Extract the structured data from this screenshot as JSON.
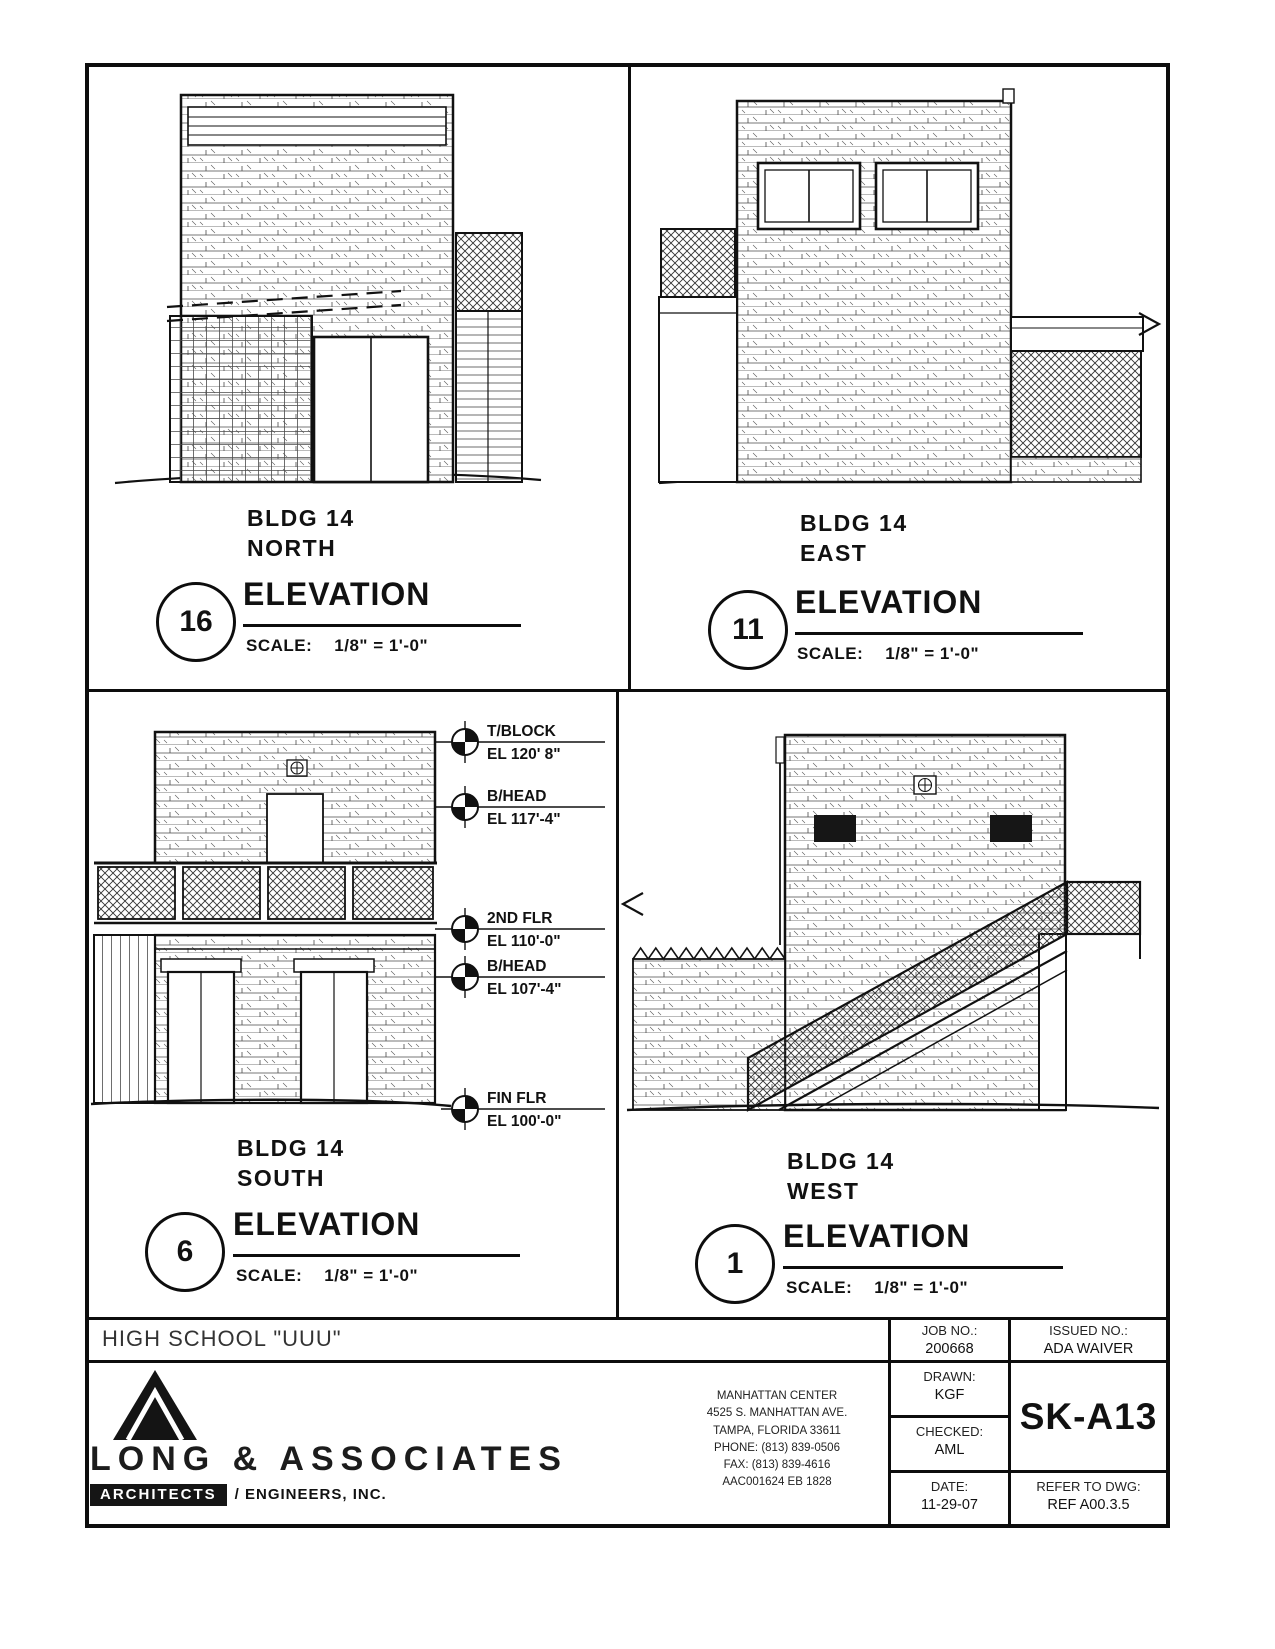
{
  "elevations": {
    "north": {
      "building": "BLDG 14",
      "direction": "NORTH",
      "title": "ELEVATION",
      "number": "16",
      "scale_label": "SCALE:",
      "scale": "1/8\" = 1'-0\""
    },
    "east": {
      "building": "BLDG 14",
      "direction": "EAST",
      "title": "ELEVATION",
      "number": "11",
      "scale_label": "SCALE:",
      "scale": "1/8\" = 1'-0\""
    },
    "south": {
      "building": "BLDG 14",
      "direction": "SOUTH",
      "title": "ELEVATION",
      "number": "6",
      "scale_label": "SCALE:",
      "scale": "1/8\" = 1'-0\""
    },
    "west": {
      "building": "BLDG 14",
      "direction": "WEST",
      "title": "ELEVATION",
      "number": "1",
      "scale_label": "SCALE:",
      "scale": "1/8\" = 1'-0\""
    }
  },
  "markers": [
    {
      "label": "T/BLOCK",
      "el": "EL 120' 8\""
    },
    {
      "label": "B/HEAD",
      "el": "EL 117'-4\""
    },
    {
      "label": "2ND FLR",
      "el": "EL 110'-0\""
    },
    {
      "label": "B/HEAD",
      "el": "EL 107'-4\""
    },
    {
      "label": "FIN FLR",
      "el": "EL 100'-0\""
    }
  ],
  "title_block": {
    "project": "HIGH SCHOOL \"UUU\"",
    "job_label": "JOB NO.:",
    "job": "200668",
    "issued_label": "ISSUED NO.:",
    "issued": "ADA WAIVER",
    "drawn_label": "DRAWN:",
    "drawn": "KGF",
    "checked_label": "CHECKED:",
    "checked": "AML",
    "date_label": "DATE:",
    "date": "11-29-07",
    "sheet": "SK-A13",
    "refer_label": "REFER TO DWG:",
    "refer": "REF A00.3.5",
    "firm": "LONG & ASSOCIATES",
    "firm_type_1": "ARCHITECTS",
    "firm_type_2": "/ ENGINEERS, INC.",
    "address": {
      "line1": "MANHATTAN CENTER",
      "line2": "4525 S. MANHATTAN AVE.",
      "line3": "TAMPA, FLORIDA 33611",
      "line4": "PHONE: (813) 839-0506",
      "line5": "FAX: (813) 839-4616",
      "line6": "AAC001624  EB 1828"
    }
  }
}
